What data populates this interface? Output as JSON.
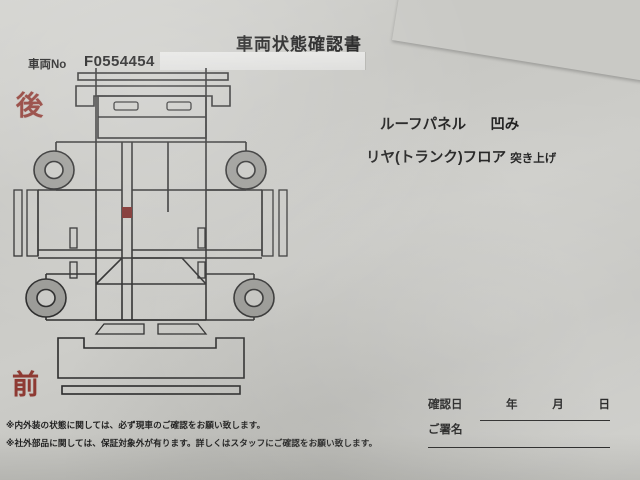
{
  "document": {
    "title": "車両状態確認書",
    "vehicle_no_label": "車両No",
    "vehicle_no_value": "F0554454"
  },
  "diagram": {
    "rear_label": "後",
    "front_label": "前",
    "mark_color": "#7a2a28",
    "tire_color": "#9a9a96",
    "line_color": "#2b2b2b"
  },
  "damages": [
    {
      "part": "ルーフパネル",
      "condition": "凹み"
    },
    {
      "part": "リヤ(トランク)フロア",
      "condition": "突き上げ"
    }
  ],
  "notes": [
    "※内外装の状態に関しては、必ず現車のご確認をお願い致します。",
    "※社外部品に関しては、保証対象外が有ります。詳しくはスタッフにご確認をお願い致します。"
  ],
  "signature": {
    "date_label": "確認日",
    "year": "年",
    "month": "月",
    "day": "日",
    "name_label": "ご署名"
  },
  "colors": {
    "paper": "#c9c9c5",
    "ink": "#1d1d1d",
    "red": "#8e3a33",
    "desk": "#352821"
  }
}
